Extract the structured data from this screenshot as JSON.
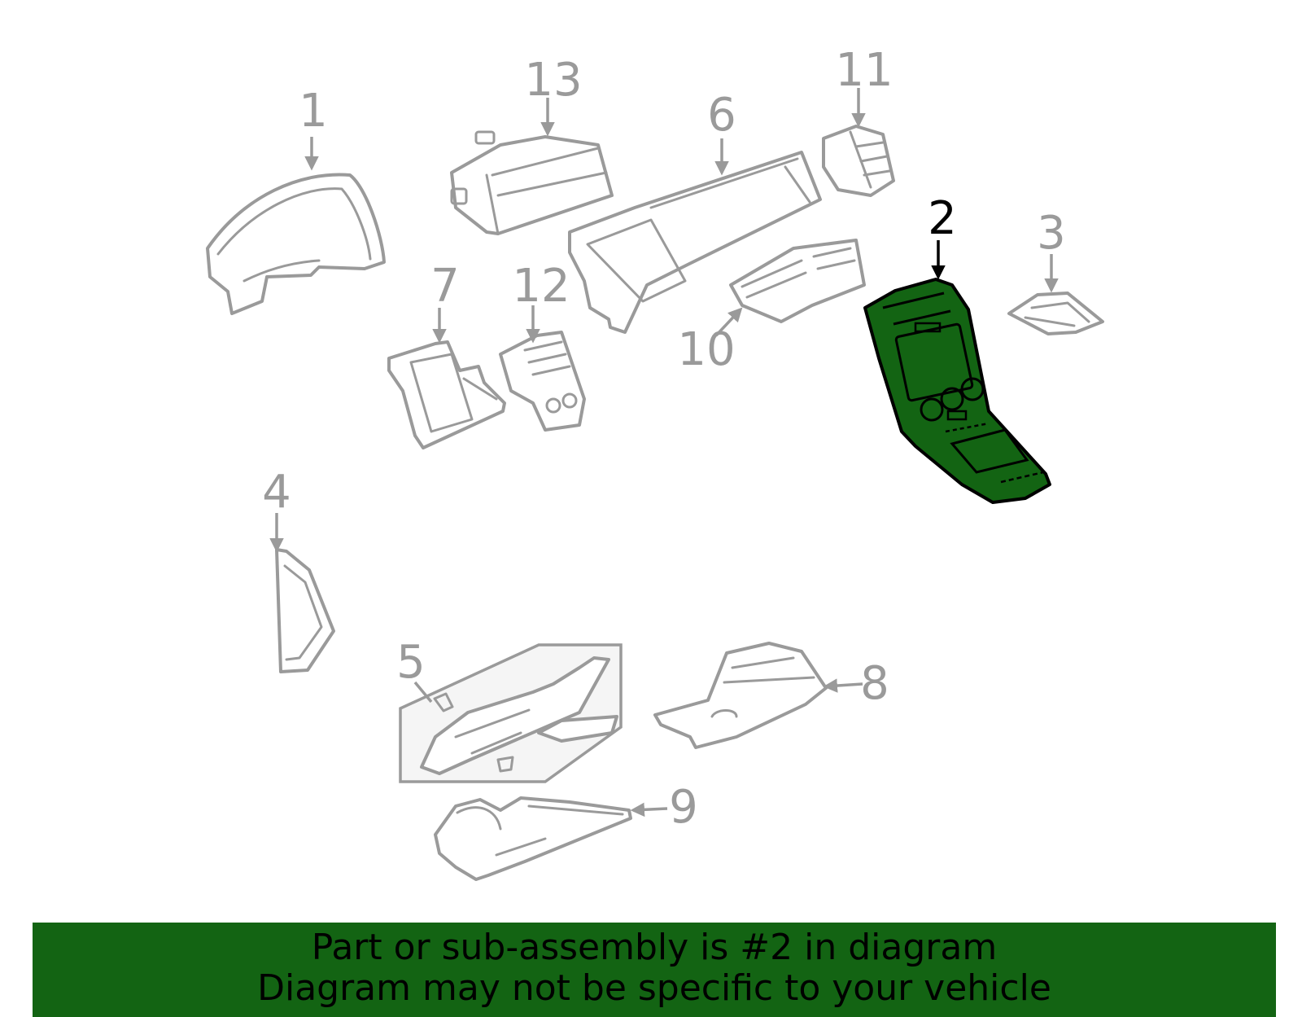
{
  "diagram": {
    "highlight_color": "#136413",
    "part_color": "#9a9a9a",
    "callouts": [
      {
        "id": "1",
        "label": "1"
      },
      {
        "id": "2",
        "label": "2",
        "highlighted": true
      },
      {
        "id": "3",
        "label": "3"
      },
      {
        "id": "4",
        "label": "4"
      },
      {
        "id": "5",
        "label": "5"
      },
      {
        "id": "6",
        "label": "6"
      },
      {
        "id": "7",
        "label": "7"
      },
      {
        "id": "8",
        "label": "8"
      },
      {
        "id": "9",
        "label": "9"
      },
      {
        "id": "10",
        "label": "10"
      },
      {
        "id": "11",
        "label": "11"
      },
      {
        "id": "12",
        "label": "12"
      },
      {
        "id": "13",
        "label": "13"
      }
    ]
  },
  "banner": {
    "line1": "Part or sub-assembly is #2 in diagram",
    "line2": "Diagram may not be specific to your vehicle",
    "background": "#136413"
  }
}
